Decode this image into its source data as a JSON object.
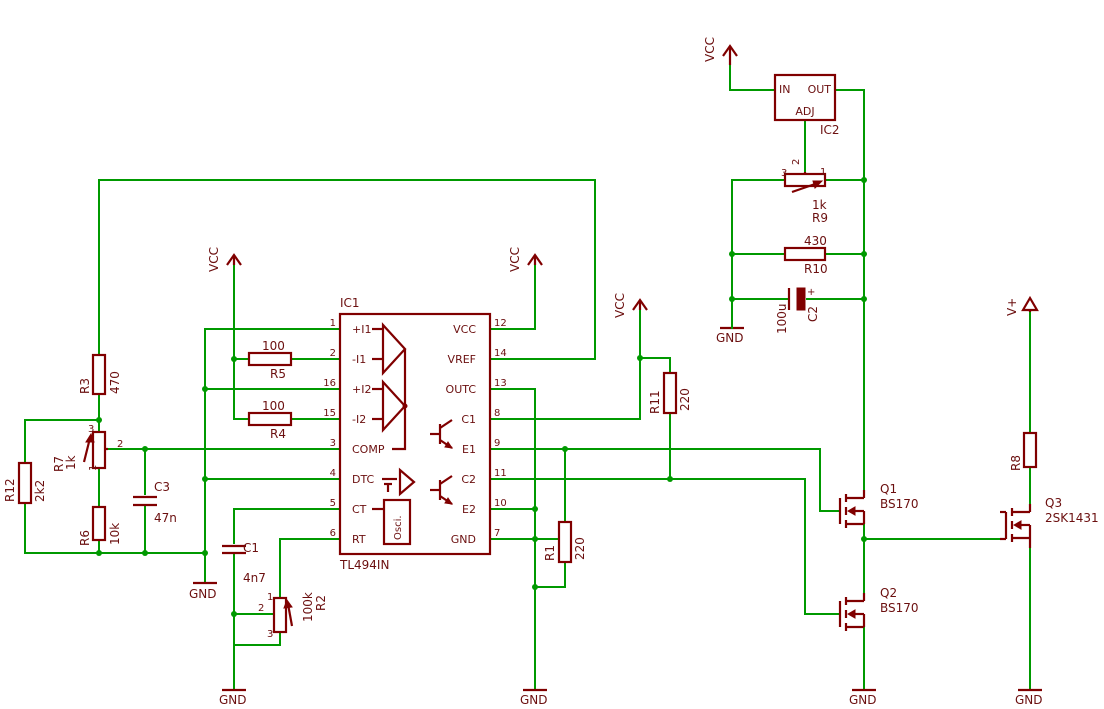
{
  "colors": {
    "wire": "#009900",
    "component": "#800000",
    "background": "#ffffff"
  },
  "nets": {
    "vcc": "VCC",
    "gnd": "GND",
    "vplus": "V+"
  },
  "ic1": {
    "name": "IC1",
    "value": "TL494IN",
    "pin_labels": [
      "+I1",
      "-I1",
      "+I2",
      "-I2",
      "COMP",
      "DTC",
      "CT",
      "RT",
      "VCC",
      "VREF",
      "OUTC",
      "C1",
      "E1",
      "C2",
      "E2",
      "GND"
    ],
    "pin_numbers": [
      "1",
      "2",
      "16",
      "15",
      "3",
      "4",
      "5",
      "6",
      "12",
      "14",
      "13",
      "8",
      "9",
      "11",
      "10",
      "7"
    ],
    "osc": "Osci."
  },
  "ic2": {
    "name": "IC2",
    "pins": [
      "IN",
      "OUT",
      "ADJ"
    ]
  },
  "resistors": {
    "r1": {
      "name": "R1",
      "value": "220"
    },
    "r3": {
      "name": "R3",
      "value": "470"
    },
    "r4": {
      "name": "R4",
      "value": "100"
    },
    "r5": {
      "name": "R5",
      "value": "100"
    },
    "r6": {
      "name": "R6",
      "value": "10k"
    },
    "r8": {
      "name": "R8"
    },
    "r10": {
      "name": "R10",
      "value": "430"
    },
    "r11": {
      "name": "R11",
      "value": "220"
    },
    "r12": {
      "name": "R12",
      "value": "2k2"
    }
  },
  "pots": {
    "r2": {
      "name": "R2",
      "value": "100k",
      "pins": [
        "1",
        "2",
        "3"
      ]
    },
    "r7": {
      "name": "R7",
      "value": "1k",
      "pins": [
        "3",
        "2",
        "1"
      ]
    },
    "r9": {
      "name": "R9",
      "value": "1k",
      "pins": [
        "3",
        "2",
        "1"
      ]
    }
  },
  "capacitors": {
    "c1": {
      "name": "C1",
      "value": "4n7"
    },
    "c2": {
      "name": "C2",
      "value": "100u",
      "polarity": "+"
    },
    "c3": {
      "name": "C3",
      "value": "47n"
    }
  },
  "transistors": {
    "q1": {
      "name": "Q1",
      "value": "BS170"
    },
    "q2": {
      "name": "Q2",
      "value": "BS170"
    },
    "q3": {
      "name": "Q3",
      "value": "2SK1431"
    }
  }
}
